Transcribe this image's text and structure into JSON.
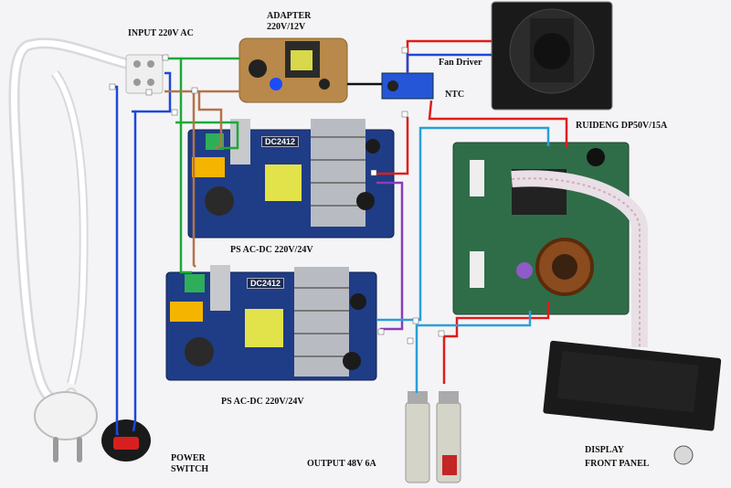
{
  "labels": {
    "input": "INPUT 220V AC",
    "adapter": "ADAPTER",
    "adapter_sub": "220V/12V",
    "fan_driver": "Fan Driver",
    "ntc": "NTC",
    "ruideng": "RUIDENG DP50V/15A",
    "ps1": "PS AC-DC 220V/24V",
    "ps2": "PS AC-DC 220V/24V",
    "power": "POWER",
    "switch": "SWITCH",
    "output": "OUTPUT 48V 6A",
    "display": "DISPLAY",
    "front_panel": "FRONT PANEL"
  },
  "board_markings": {
    "psu1_chip": "DC2412",
    "psu2_chip": "DC2412"
  },
  "colors": {
    "background": "#f4f4f6",
    "wire_blue": "#1f47d8",
    "wire_green": "#1fa83a",
    "wire_brown": "#b5734a",
    "wire_red": "#e11b1b",
    "wire_cyan": "#2a9fd8",
    "wire_purple": "#8a3db8",
    "pcb_blue": "#1f3c86",
    "pcb_green": "#2f6d48"
  }
}
